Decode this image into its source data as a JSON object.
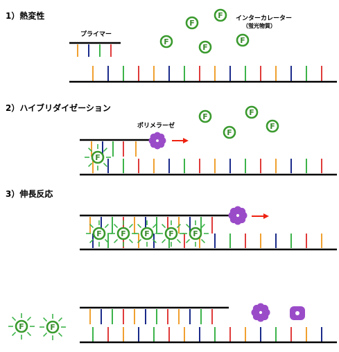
{
  "labels": {
    "step1": "1）熱変性",
    "step2": "2）ハイブリダイゼーション",
    "step3": "3）伸長反応",
    "primer": "プライマー",
    "intercalator_line1": "インターカレーター",
    "intercalator_line2": "（蛍光物質）",
    "polymerase": "ポリメラーゼ",
    "fluor_letter": "F"
  },
  "colors": {
    "strand": "#000000",
    "base_orange": "#f0a030",
    "base_blue": "#1a2a8a",
    "base_green": "#3cb34a",
    "base_red": "#e03a3a",
    "fluor_ring": "#3a9a2e",
    "fluor_ray": "#3cb34a",
    "polymerase": "#9a4cc8",
    "arrow": "#ee2211"
  },
  "icons": {
    "fluorescent_dye": "circled-F",
    "polymerase": "flower-blob",
    "direction": "right-arrow"
  },
  "base_color_cycle": [
    "orange",
    "blue",
    "green",
    "red"
  ]
}
